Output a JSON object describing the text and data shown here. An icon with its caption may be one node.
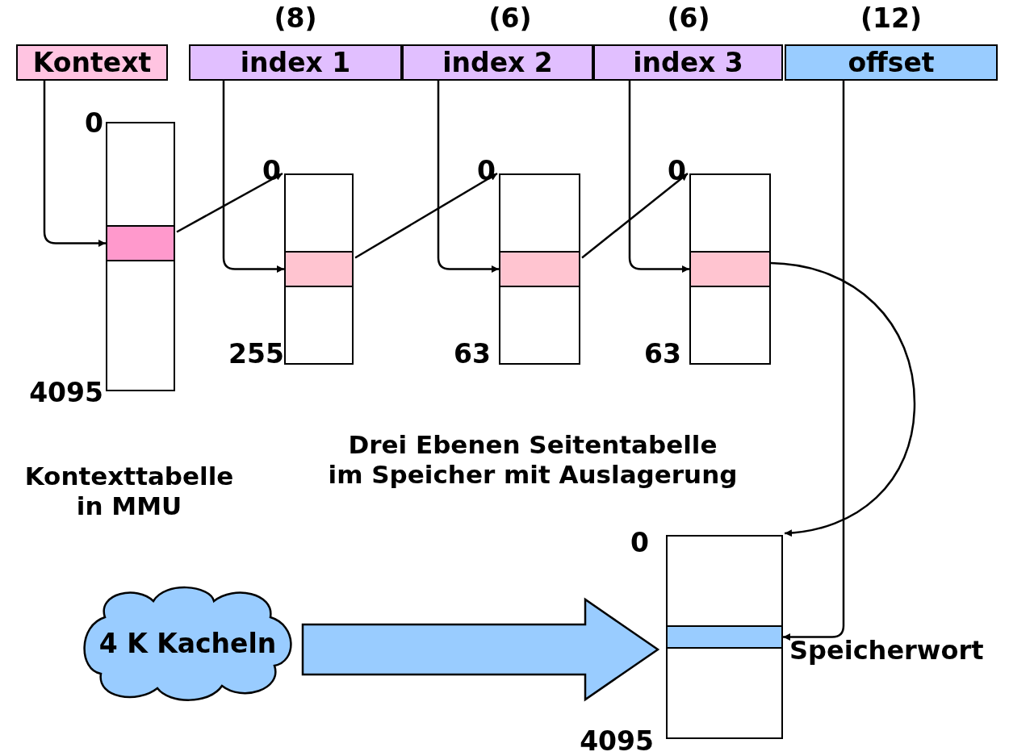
{
  "diagram": {
    "nodes": [
      {
        "text": [
          "Kontext"
        ]
      },
      {
        "text": [
          "index 1"
        ],
        "beside": [
          "(8)"
        ]
      },
      {
        "text": [
          "index 2"
        ],
        "beside": [
          "(6)"
        ]
      },
      {
        "text": [
          "index 3"
        ],
        "beside": [
          "(6)"
        ]
      },
      {
        "text": [
          "offset"
        ],
        "beside": [
          "(12)"
        ]
      },
      {
        "text": [],
        "shape": "box",
        "beside": [
          "0",
          "4095"
        ]
      },
      {
        "text": [],
        "shape": "bar",
        "in": 5
      },
      {
        "text": [],
        "shape": "box",
        "beside": [
          "0",
          "255"
        ]
      },
      {
        "text": [],
        "shape": "bar",
        "in": 7
      },
      {
        "text": [],
        "shape": "box",
        "beside": [
          "0",
          "63"
        ]
      },
      {
        "text": [],
        "shape": "bar",
        "in": 9
      },
      {
        "text": [],
        "shape": "box",
        "beside": [
          "0",
          "63"
        ]
      },
      {
        "text": [],
        "shape": "bar",
        "in": 11
      },
      {
        "text": [],
        "shape": "box",
        "beside": [
          "0",
          "4095"
        ]
      },
      {
        "text": [],
        "shape": "bar",
        "in": 13,
        "beside": [
          "Speicherwort"
        ]
      },
      {
        "text": [
          "4 K Kacheln"
        ]
      }
    ],
    "edges": [
      {
        "from": 0,
        "to": 6,
        "arrow": "to"
      },
      {
        "from": 6,
        "to": 7,
        "arrow": "to"
      },
      {
        "from": 1,
        "to": 8,
        "arrow": "to"
      },
      {
        "from": 8,
        "to": 9,
        "arrow": "to"
      },
      {
        "from": 2,
        "to": 10,
        "arrow": "to"
      },
      {
        "from": 10,
        "to": 11,
        "arrow": "to"
      },
      {
        "from": 3,
        "to": 12,
        "arrow": "to"
      },
      {
        "from": 12,
        "to": 13,
        "arrow": "to"
      },
      {
        "from": 4,
        "to": 14,
        "arrow": "to"
      },
      {
        "from": 15,
        "to": 13,
        "arrow": "to",
        "style": "thick",
        "color": "#99ccff"
      }
    ],
    "labels": [
      "Kontexttabelle in MMU",
      "Drei Ebenen Seitentabelle im Speicher mit Auslagerung"
    ]
  }
}
